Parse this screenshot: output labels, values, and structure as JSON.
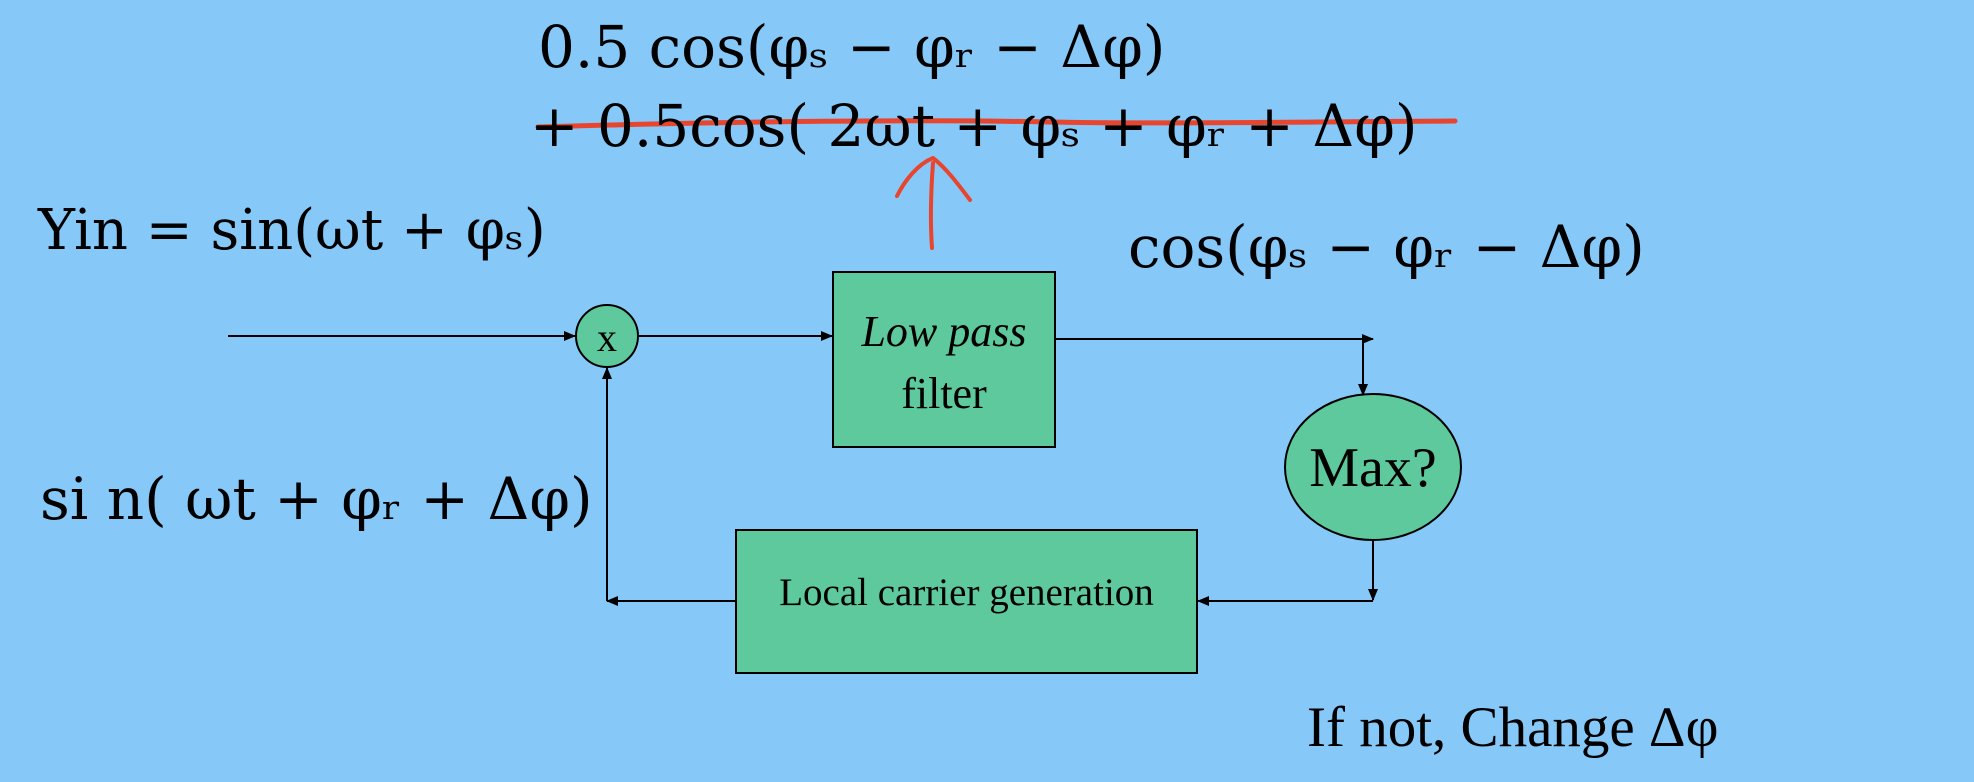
{
  "equations": {
    "product_term_1": "0.5 cos(φₛ − φᵣ − Δφ)",
    "product_term_2": "+ 0.5cos( 2ωt + φₛ + φᵣ + Δφ)",
    "input_signal": "Yin = sin(ωt + φₛ)",
    "filtered_output": "cos(φₛ − φᵣ − Δφ)",
    "local_carrier": "si n( ωt + φᵣ + Δφ)"
  },
  "blocks": {
    "multiplier": "x",
    "low_pass_italic": "Low pass",
    "low_pass_plain": "filter",
    "max_check": "Max?",
    "local_carrier_generation": "Local carrier generation"
  },
  "notes": {
    "if_not": "If not, Change Δφ"
  },
  "colors": {
    "background": "#86c8f8",
    "block_fill": "#5dc99c",
    "strike_annotation": "#e8452f"
  }
}
